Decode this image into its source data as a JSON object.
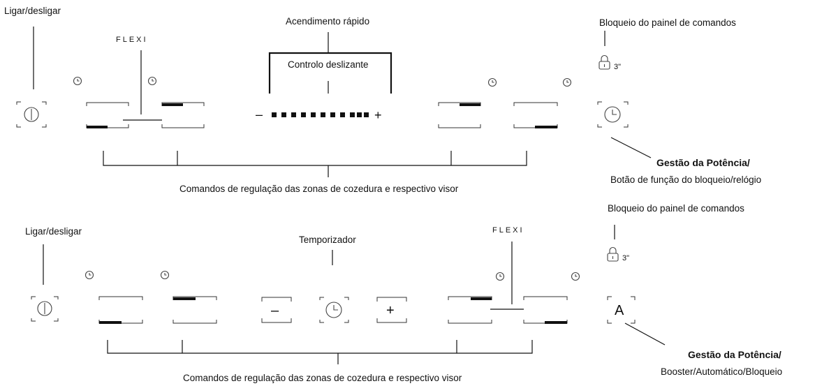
{
  "top_panel": {
    "label_on_off": "Ligar/desligar",
    "label_flexi": "FLEXI",
    "label_quick_ignition": "Acendimento rápido",
    "label_slider": "Controlo deslizante",
    "label_lock": "Bloqueio do painel de comandos",
    "lock_time": "3\"",
    "slider_minus": "–",
    "slider_plus": "+",
    "power_mgmt_title": "Gestão da Potência/",
    "power_mgmt_sub": "Botão de função do bloqueio/relógio",
    "zones_caption": "Comandos de regulação das zonas de cozedura e respectivo visor"
  },
  "bottom_panel": {
    "label_on_off": "Ligar/desligar",
    "label_timer": "Temporizador",
    "label_flexi": "FLEXI",
    "label_lock": "Bloqueio do painel de comandos",
    "lock_time": "3\"",
    "btn_minus": "–",
    "btn_plus": "+",
    "btn_auto": "A",
    "power_mgmt_title": "Gestão da Potência/",
    "power_mgmt_sub": "Booster/Automático/Bloqueio",
    "zones_caption": "Comandos de regulação das zonas de cozedura e respectivo visor"
  },
  "icons": [
    "power-icon",
    "clock-icon",
    "lock-icon",
    "timer-small-icon"
  ]
}
